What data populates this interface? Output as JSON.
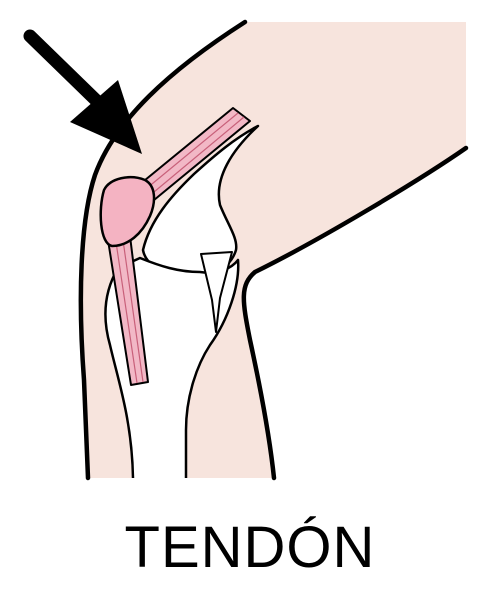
{
  "illustration": {
    "caption": "TENDÓN",
    "subject": "knee-joint-side-view",
    "pointer": "arrow-pointing-at-tendon",
    "colors": {
      "skin": "#f7e4dd",
      "tendon": "#f2b8c6",
      "kneecap": "#f4b3c2",
      "bone": "#ffffff",
      "outline": "#000000",
      "arrow": "#000000",
      "background": "#ffffff"
    }
  }
}
